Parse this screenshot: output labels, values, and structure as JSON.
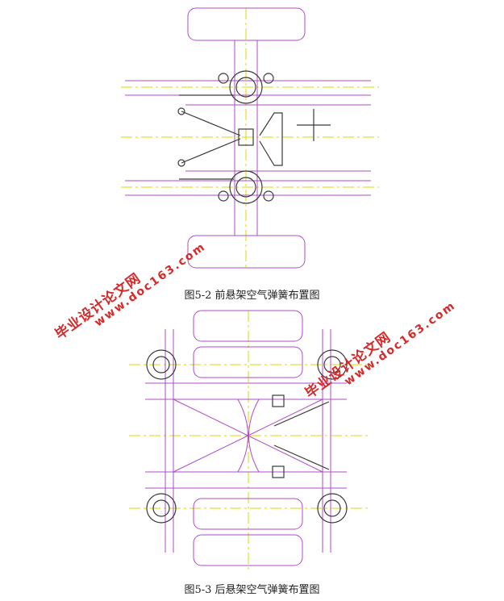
{
  "figures": [
    {
      "caption": "图5-2  前悬架空气弹簧布置图"
    },
    {
      "caption": "图5-3  后悬架空气弹簧布置图"
    }
  ],
  "watermarks": [
    {
      "text": "毕业设计论文网",
      "url": "www.doc163.com"
    },
    {
      "text": "毕业设计论文网",
      "url": "www.doc163.com"
    }
  ],
  "colors": {
    "outline": "#b04bc8",
    "centerline": "#d8d800",
    "hardware": "#3a3a3a",
    "watermark": "#d42a2a"
  }
}
